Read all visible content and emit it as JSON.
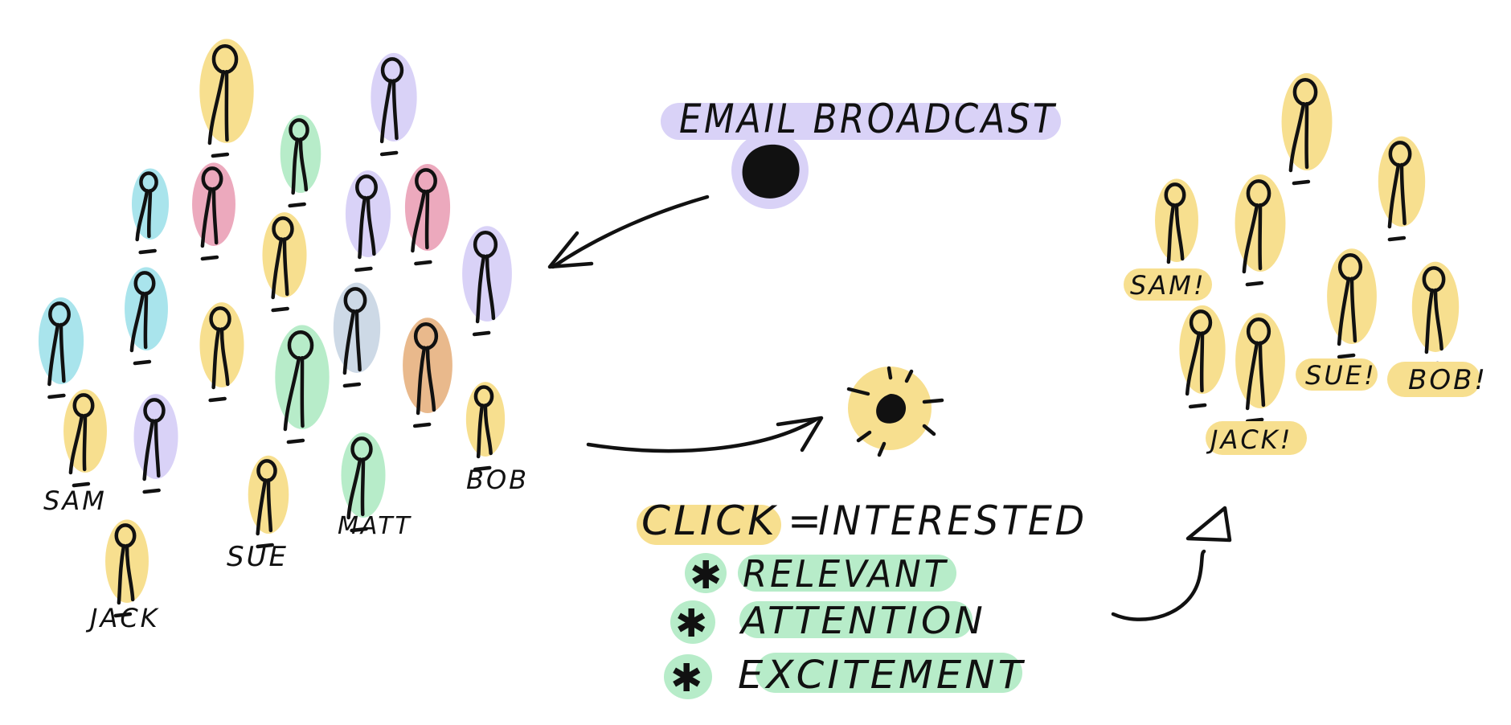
{
  "colors": {
    "ink": "#111111",
    "yellow": "#f7df8f",
    "purple": "#d9d2f7",
    "green": "#b7ecc9",
    "cyan": "#a9e4ec",
    "pink": "#eca9bd",
    "grey_blue": "#cdd9e6",
    "orange": "#e9b98c"
  },
  "title": "EMAIL BROADCAST",
  "left_group_names": {
    "sam": "SAM",
    "jack": "JACK",
    "sue": "SUE",
    "matt": "MATT",
    "bob": "BOB"
  },
  "click_equation": {
    "click": "CLICK",
    "equals": "=",
    "interested": "INTERESTED"
  },
  "bullet_symbol": "✱",
  "bullets": [
    {
      "text": "RELEVANT"
    },
    {
      "text": "ATTENTION"
    },
    {
      "text": "EXCITEMENT"
    }
  ],
  "right_group_names": {
    "sam": "SAM!",
    "sue": "SUE!",
    "bob": "BOB!",
    "jack": "JACK!"
  },
  "icons": [
    "broadcast-dot-icon",
    "spark-icon",
    "delta-icon",
    "arrow-icon"
  ]
}
